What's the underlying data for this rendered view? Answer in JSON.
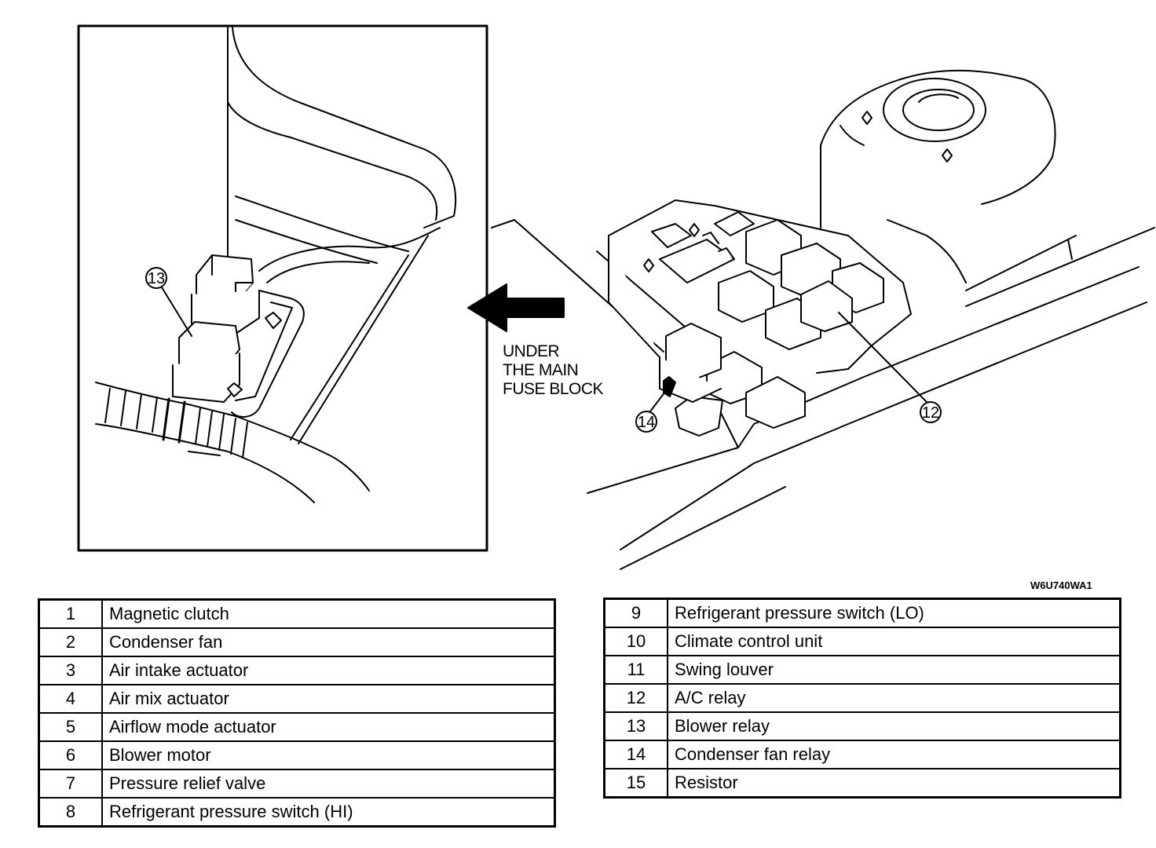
{
  "direction_label": [
    "UNDER",
    "THE MAIN",
    "FUSE BLOCK"
  ],
  "figure_code": "W6U740WA1",
  "callouts": {
    "c12": "12",
    "c13": "13",
    "c14": "14"
  },
  "legend": {
    "left": [
      {
        "num": "1",
        "name": "Magnetic clutch"
      },
      {
        "num": "2",
        "name": "Condenser fan"
      },
      {
        "num": "3",
        "name": "Air intake actuator"
      },
      {
        "num": "4",
        "name": "Air mix actuator"
      },
      {
        "num": "5",
        "name": "Airflow mode actuator"
      },
      {
        "num": "6",
        "name": "Blower motor"
      },
      {
        "num": "7",
        "name": "Pressure relief valve"
      },
      {
        "num": "8",
        "name": "Refrigerant pressure switch (HI)"
      }
    ],
    "right": [
      {
        "num": "9",
        "name": "Refrigerant pressure switch (LO)"
      },
      {
        "num": "10",
        "name": "Climate control unit"
      },
      {
        "num": "11",
        "name": "Swing louver"
      },
      {
        "num": "12",
        "name": "A/C relay"
      },
      {
        "num": "13",
        "name": "Blower relay"
      },
      {
        "num": "14",
        "name": "Condenser fan relay"
      },
      {
        "num": "15",
        "name": "Resistor"
      }
    ]
  }
}
